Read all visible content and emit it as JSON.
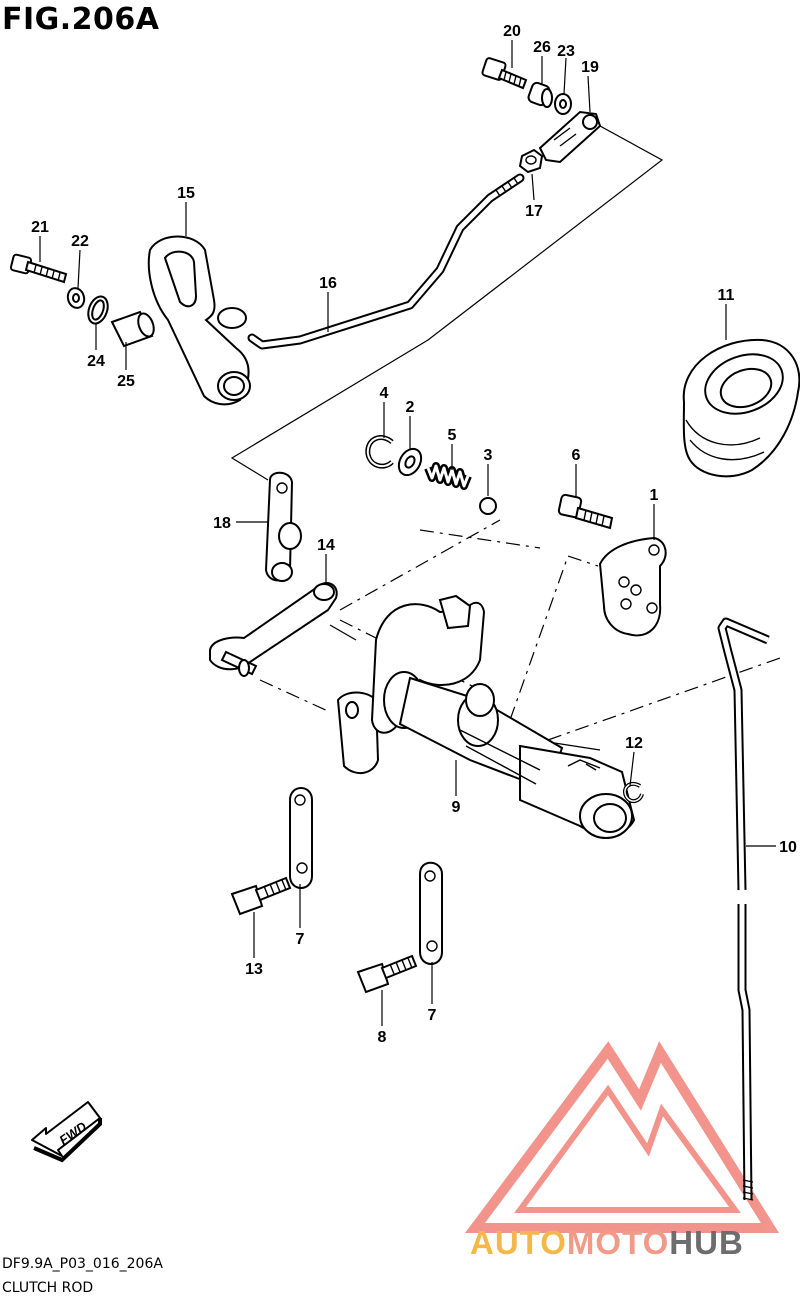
{
  "figure": {
    "title": "FIG.206A",
    "drawing_code": "DF9.9A_P03_016_206A",
    "drawing_name": "CLUTCH ROD"
  },
  "callouts": {
    "c1": "1",
    "c2": "2",
    "c3": "3",
    "c4": "4",
    "c5": "5",
    "c6": "6",
    "c7a": "7",
    "c7b": "7",
    "c8": "8",
    "c9": "9",
    "c10": "10",
    "c11": "11",
    "c12": "12",
    "c13": "13",
    "c14": "14",
    "c15": "15",
    "c16": "16",
    "c17": "17",
    "c18": "18",
    "c19": "19",
    "c20": "20",
    "c21": "21",
    "c22": "22",
    "c23": "23",
    "c24": "24",
    "c25": "25",
    "c26": "26"
  },
  "direction_badge": "FWD",
  "watermark": {
    "part1": "AUTO",
    "part2": "MOTO",
    "part3": "HUB",
    "colors": {
      "auto": "#f4b84a",
      "moto": "#f29a88",
      "hub": "#6d6d6d",
      "logo": "#ee7166"
    }
  }
}
